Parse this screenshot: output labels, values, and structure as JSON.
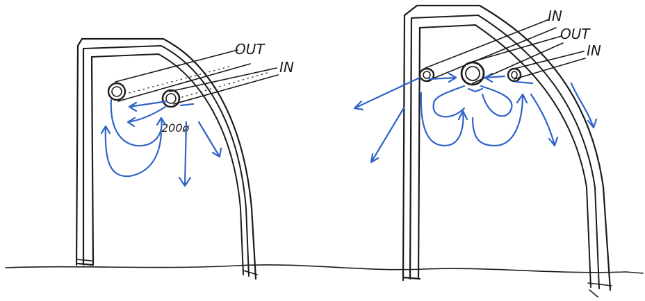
{
  "left_sketch": {
    "label_out": "OUT",
    "label_in": "IN",
    "diffuser_size": "200ø"
  },
  "right_sketch": {
    "label_in_top": "IN",
    "label_out": "OUT",
    "label_in_bottom": "IN"
  },
  "colors": {
    "ink": "#1b1b1b",
    "airflow": "#2f63c9",
    "paper": "#ffffff"
  }
}
